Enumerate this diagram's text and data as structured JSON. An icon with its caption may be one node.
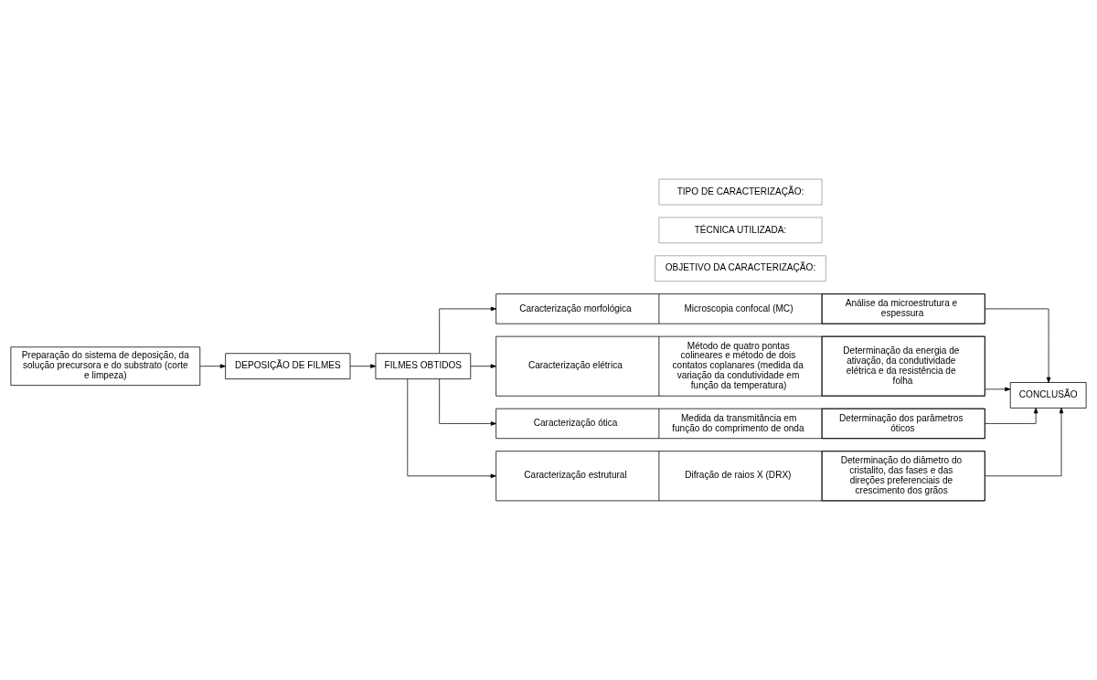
{
  "diagram": {
    "nodes": [
      {
        "text": [
          "Preparação do sistema de deposição, da solução precursora e do substrato (corte e limpeza)"
        ]
      },
      {
        "text": [
          "DEPOSIÇÃO DE FILMES"
        ]
      },
      {
        "text": [
          "FILMES OBTIDOS"
        ]
      },
      {
        "text": [
          "TIPO DE CARACTERIZAÇÃO:"
        ]
      },
      {
        "text": [
          "TÉCNICA UTILIZADA:"
        ]
      },
      {
        "text": [
          "OBJETIVO DA CARACTERIZAÇÃO:"
        ]
      },
      {
        "text": [
          "Caracterização morfológica",
          "Microscopia confocal (MC)",
          "Análise da microestrutura e espessura"
        ]
      },
      {
        "text": [
          "Caracterização elétrica",
          "Método de quatro pontas colineares e método de dois contatos coplanares (medida da variação da condutividade em função da temperatura)",
          "Determinação da energia de ativação, da condutividade elétrica e da resistência de folha"
        ]
      },
      {
        "text": [
          "Caracterização ótica",
          "Medida da transmitância em função do comprimento de onda",
          "Determinação dos parâmetros óticos"
        ]
      },
      {
        "text": [
          "Caracterização estrutural",
          "Difração de raios X (DRX)",
          "Determinação do diâmetro do cristalito, das fases e das direções preferenciais de crescimento dos grãos"
        ]
      },
      {
        "text": [
          "CONCLUSÃO"
        ]
      }
    ],
    "edges": [
      {
        "from": 0,
        "to": 1,
        "arrow": "to"
      },
      {
        "from": 1,
        "to": 2,
        "arrow": "to"
      },
      {
        "from": 2,
        "to": 6,
        "arrow": "to"
      },
      {
        "from": 2,
        "to": 7,
        "arrow": "to"
      },
      {
        "from": 2,
        "to": 8,
        "arrow": "to"
      },
      {
        "from": 2,
        "to": 9,
        "arrow": "to"
      },
      {
        "from": 6,
        "to": 10,
        "arrow": "to"
      },
      {
        "from": 7,
        "to": 10,
        "arrow": "to"
      },
      {
        "from": 8,
        "to": 10,
        "arrow": "to"
      },
      {
        "from": 9,
        "to": 10,
        "arrow": "to"
      }
    ]
  }
}
